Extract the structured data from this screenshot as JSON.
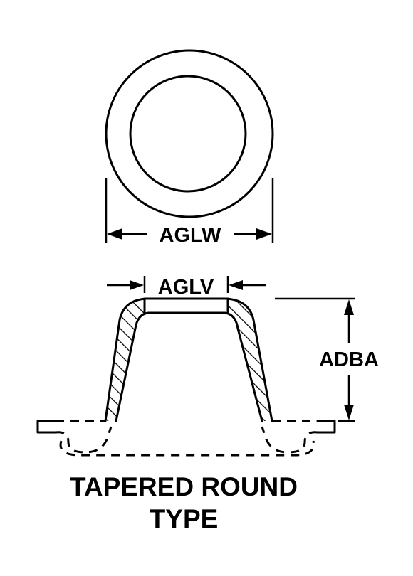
{
  "labels": {
    "outer_diameter": "AGLW",
    "top_diameter": "AGLV",
    "height": "ADBA"
  },
  "title": {
    "line1": "TAPERED ROUND",
    "line2": "TYPE"
  },
  "colors": {
    "ink": "#000000",
    "paper": "#ffffff"
  }
}
